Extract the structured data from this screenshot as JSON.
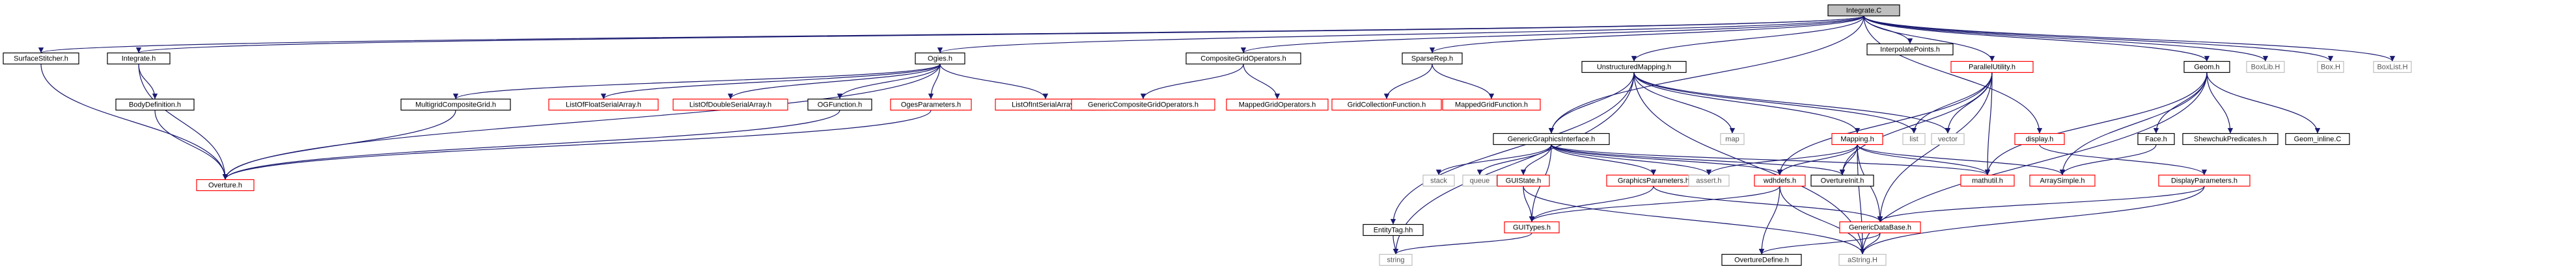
{
  "graph": {
    "root": "Integrate.C",
    "colors": {
      "root_fill": "#bfbfbf",
      "root_border": "#000000",
      "documented_border": "#000000",
      "undocumented_border": "#ff0000",
      "system_border": "#bfbfbf",
      "edge": "#191970",
      "text_documented": "#000000",
      "text_system": "#555555"
    },
    "nodes": [
      {
        "id": "Integrate.C",
        "label": "Integrate.C",
        "kind": "root"
      },
      {
        "id": "SurfaceStitcher.h",
        "label": "SurfaceStitcher.h",
        "kind": "documented"
      },
      {
        "id": "Integrate.h",
        "label": "Integrate.h",
        "kind": "documented"
      },
      {
        "id": "Ogies.h",
        "label": "Ogies.h",
        "kind": "documented"
      },
      {
        "id": "CompositeGridOperators.h",
        "label": "CompositeGridOperators.h",
        "kind": "documented"
      },
      {
        "id": "SparseRep.h",
        "label": "SparseRep.h",
        "kind": "documented"
      },
      {
        "id": "UnstructuredMapping.h",
        "label": "UnstructuredMapping.h",
        "kind": "documented"
      },
      {
        "id": "InterpolatePoints.h",
        "label": "InterpolatePoints.h",
        "kind": "documented"
      },
      {
        "id": "ParallelUtility.h",
        "label": "ParallelUtility.h",
        "kind": "undocumented"
      },
      {
        "id": "Geom.h",
        "label": "Geom.h",
        "kind": "documented"
      },
      {
        "id": "BoxLib.H",
        "label": "BoxLib.H",
        "kind": "system"
      },
      {
        "id": "Box.H",
        "label": "Box.H",
        "kind": "system"
      },
      {
        "id": "BoxList.H",
        "label": "BoxList.H",
        "kind": "system"
      },
      {
        "id": "BodyDefinition.h",
        "label": "BodyDefinition.h",
        "kind": "documented"
      },
      {
        "id": "Overture.h",
        "label": "Overture.h",
        "kind": "undocumented"
      },
      {
        "id": "MultigridCompositeGrid.h",
        "label": "MultigridCompositeGrid.h",
        "kind": "documented"
      },
      {
        "id": "ListOfFloatSerialArray.h",
        "label": "ListOfFloatSerialArray.h",
        "kind": "undocumented"
      },
      {
        "id": "ListOfDoubleSerialArray.h",
        "label": "ListOfDoubleSerialArray.h",
        "kind": "undocumented"
      },
      {
        "id": "OGFunction.h",
        "label": "OGFunction.h",
        "kind": "documented"
      },
      {
        "id": "OgesParameters.h",
        "label": "OgesParameters.h",
        "kind": "undocumented"
      },
      {
        "id": "ListOfIntSerialArray.h",
        "label": "ListOfIntSerialArray.h",
        "kind": "undocumented"
      },
      {
        "id": "GenericCompositeGridOperators.h",
        "label": "GenericCompositeGridOperators.h",
        "kind": "undocumented"
      },
      {
        "id": "MappedGridOperators.h",
        "label": "MappedGridOperators.h",
        "kind": "undocumented"
      },
      {
        "id": "GridCollectionFunction.h",
        "label": "GridCollectionFunction.h",
        "kind": "undocumented"
      },
      {
        "id": "MappedGridFunction.h",
        "label": "MappedGridFunction.h",
        "kind": "undocumented"
      },
      {
        "id": "EntityTag.hh",
        "label": "EntityTag.hh",
        "kind": "documented"
      },
      {
        "id": "string",
        "label": "string",
        "kind": "system"
      },
      {
        "id": "GenericGraphicsInterface.h",
        "label": "GenericGraphicsInterface.h",
        "kind": "documented"
      },
      {
        "id": "map",
        "label": "map",
        "kind": "system"
      },
      {
        "id": "Mapping.h",
        "label": "Mapping.h",
        "kind": "undocumented"
      },
      {
        "id": "list",
        "label": "list",
        "kind": "system"
      },
      {
        "id": "vector",
        "label": "vector",
        "kind": "system"
      },
      {
        "id": "display.h",
        "label": "display.h",
        "kind": "undocumented"
      },
      {
        "id": "Face.h",
        "label": "Face.h",
        "kind": "documented"
      },
      {
        "id": "ShewchukPredicates.h",
        "label": "ShewchukPredicates.h",
        "kind": "documented"
      },
      {
        "id": "Geom_inline.C",
        "label": "Geom_inline.C",
        "kind": "documented"
      },
      {
        "id": "stack",
        "label": "stack",
        "kind": "system"
      },
      {
        "id": "queue",
        "label": "queue",
        "kind": "system"
      },
      {
        "id": "GUIState.h",
        "label": "GUIState.h",
        "kind": "undocumented"
      },
      {
        "id": "GraphicsParameters.h",
        "label": "GraphicsParameters.h",
        "kind": "undocumented"
      },
      {
        "id": "assert.h",
        "label": "assert.h",
        "kind": "system"
      },
      {
        "id": "wdhdefs.h",
        "label": "wdhdefs.h",
        "kind": "undocumented"
      },
      {
        "id": "OvertureInit.h",
        "label": "OvertureInit.h",
        "kind": "documented"
      },
      {
        "id": "mathutil.h",
        "label": "mathutil.h",
        "kind": "undocumented"
      },
      {
        "id": "ArraySimple.h",
        "label": "ArraySimple.h",
        "kind": "undocumented"
      },
      {
        "id": "DisplayParameters.h",
        "label": "DisplayParameters.h",
        "kind": "undocumented"
      },
      {
        "id": "GUITypes.h",
        "label": "GUITypes.h",
        "kind": "undocumented"
      },
      {
        "id": "GenericDataBase.h",
        "label": "GenericDataBase.h",
        "kind": "undocumented"
      },
      {
        "id": "OvertureDefine.h",
        "label": "OvertureDefine.h",
        "kind": "documented"
      },
      {
        "id": "aString.H",
        "label": "aString.H",
        "kind": "system"
      }
    ],
    "edges": [
      [
        "Integrate.C",
        "SurfaceStitcher.h"
      ],
      [
        "Integrate.C",
        "Integrate.h"
      ],
      [
        "Integrate.C",
        "Ogies.h"
      ],
      [
        "Integrate.C",
        "CompositeGridOperators.h"
      ],
      [
        "Integrate.C",
        "SparseRep.h"
      ],
      [
        "Integrate.C",
        "UnstructuredMapping.h"
      ],
      [
        "Integrate.C",
        "InterpolatePoints.h"
      ],
      [
        "Integrate.C",
        "ParallelUtility.h"
      ],
      [
        "Integrate.C",
        "Geom.h"
      ],
      [
        "Integrate.C",
        "BoxLib.H"
      ],
      [
        "Integrate.C",
        "Box.H"
      ],
      [
        "Integrate.C",
        "BoxList.H"
      ],
      [
        "Integrate.C",
        "display.h"
      ],
      [
        "Integrate.C",
        "GenericGraphicsInterface.h"
      ],
      [
        "SurfaceStitcher.h",
        "Overture.h"
      ],
      [
        "Integrate.h",
        "BodyDefinition.h"
      ],
      [
        "Integrate.h",
        "Overture.h"
      ],
      [
        "BodyDefinition.h",
        "Overture.h"
      ],
      [
        "Ogies.h",
        "MultigridCompositeGrid.h"
      ],
      [
        "Ogies.h",
        "ListOfFloatSerialArray.h"
      ],
      [
        "Ogies.h",
        "ListOfDoubleSerialArray.h"
      ],
      [
        "Ogies.h",
        "OGFunction.h"
      ],
      [
        "Ogies.h",
        "OgesParameters.h"
      ],
      [
        "Ogies.h",
        "ListOfIntSerialArray.h"
      ],
      [
        "Ogies.h",
        "Overture.h"
      ],
      [
        "MultigridCompositeGrid.h",
        "Overture.h"
      ],
      [
        "OGFunction.h",
        "Overture.h"
      ],
      [
        "OgesParameters.h",
        "Overture.h"
      ],
      [
        "CompositeGridOperators.h",
        "GenericCompositeGridOperators.h"
      ],
      [
        "CompositeGridOperators.h",
        "MappedGridOperators.h"
      ],
      [
        "SparseRep.h",
        "GridCollectionFunction.h"
      ],
      [
        "SparseRep.h",
        "MappedGridFunction.h"
      ],
      [
        "UnstructuredMapping.h",
        "EntityTag.hh"
      ],
      [
        "UnstructuredMapping.h",
        "GenericGraphicsInterface.h"
      ],
      [
        "UnstructuredMapping.h",
        "map"
      ],
      [
        "UnstructuredMapping.h",
        "Mapping.h"
      ],
      [
        "UnstructuredMapping.h",
        "list"
      ],
      [
        "UnstructuredMapping.h",
        "vector"
      ],
      [
        "UnstructuredMapping.h",
        "aString.H"
      ],
      [
        "UnstructuredMapping.h",
        "string"
      ],
      [
        "ParallelUtility.h",
        "list"
      ],
      [
        "ParallelUtility.h",
        "vector"
      ],
      [
        "ParallelUtility.h",
        "mathutil.h"
      ],
      [
        "ParallelUtility.h",
        "wdhdefs.h"
      ],
      [
        "ParallelUtility.h",
        "OvertureInit.h"
      ],
      [
        "ParallelUtility.h",
        "GenericDataBase.h"
      ],
      [
        "Geom.h",
        "Face.h"
      ],
      [
        "Geom.h",
        "ShewchukPredicates.h"
      ],
      [
        "Geom.h",
        "Geom_inline.C"
      ],
      [
        "Geom.h",
        "ArraySimple.h"
      ],
      [
        "Geom.h",
        "mathutil.h"
      ],
      [
        "Geom.h",
        "aString.H"
      ],
      [
        "Face.h",
        "ArraySimple.h"
      ],
      [
        "display.h",
        "DisplayParameters.h"
      ],
      [
        "EntityTag.hh",
        "string"
      ],
      [
        "GenericGraphicsInterface.h",
        "stack"
      ],
      [
        "GenericGraphicsInterface.h",
        "queue"
      ],
      [
        "GenericGraphicsInterface.h",
        "GUIState.h"
      ],
      [
        "GenericGraphicsInterface.h",
        "GraphicsParameters.h"
      ],
      [
        "GenericGraphicsInterface.h",
        "assert.h"
      ],
      [
        "GenericGraphicsInterface.h",
        "wdhdefs.h"
      ],
      [
        "GenericGraphicsInterface.h",
        "OvertureInit.h"
      ],
      [
        "GenericGraphicsInterface.h",
        "mathutil.h"
      ],
      [
        "GenericGraphicsInterface.h",
        "GUITypes.h"
      ],
      [
        "Mapping.h",
        "assert.h"
      ],
      [
        "Mapping.h",
        "wdhdefs.h"
      ],
      [
        "Mapping.h",
        "OvertureInit.h"
      ],
      [
        "Mapping.h",
        "mathutil.h"
      ],
      [
        "Mapping.h",
        "ArraySimple.h"
      ],
      [
        "Mapping.h",
        "GenericDataBase.h"
      ],
      [
        "Mapping.h",
        "aString.H"
      ],
      [
        "GUIState.h",
        "GUITypes.h"
      ],
      [
        "GUIState.h",
        "aString.H"
      ],
      [
        "GraphicsParameters.h",
        "GUITypes.h"
      ],
      [
        "GraphicsParameters.h",
        "GenericDataBase.h"
      ],
      [
        "wdhdefs.h",
        "GUITypes.h"
      ],
      [
        "wdhdefs.h",
        "OvertureDefine.h"
      ],
      [
        "wdhdefs.h",
        "aString.H"
      ],
      [
        "DisplayParameters.h",
        "GenericDataBase.h"
      ],
      [
        "DisplayParameters.h",
        "aString.H"
      ],
      [
        "GUITypes.h",
        "string"
      ],
      [
        "GenericDataBase.h",
        "OvertureDefine.h"
      ],
      [
        "GenericDataBase.h",
        "aString.H"
      ]
    ]
  }
}
